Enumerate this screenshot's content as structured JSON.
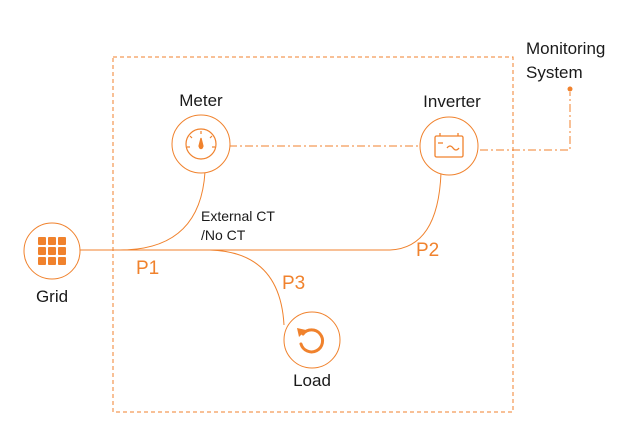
{
  "colors": {
    "accent": "#f0822d",
    "text": "#1a1a1a",
    "background": "#ffffff"
  },
  "nodes": {
    "grid": {
      "label": "Grid",
      "icon": "grid-panel-icon"
    },
    "meter": {
      "label": "Meter",
      "icon": "gauge-icon"
    },
    "inverter": {
      "label": "Inverter",
      "icon": "battery-inverter-icon"
    },
    "load": {
      "label": "Load",
      "icon": "refresh-cycle-icon"
    },
    "monitoring": {
      "label_line1": "Monitoring",
      "label_line2": "System"
    }
  },
  "annotations": {
    "ct_line1": "External CT",
    "ct_line2": "/No CT",
    "p1": "P1",
    "p2": "P2",
    "p3": "P3"
  }
}
